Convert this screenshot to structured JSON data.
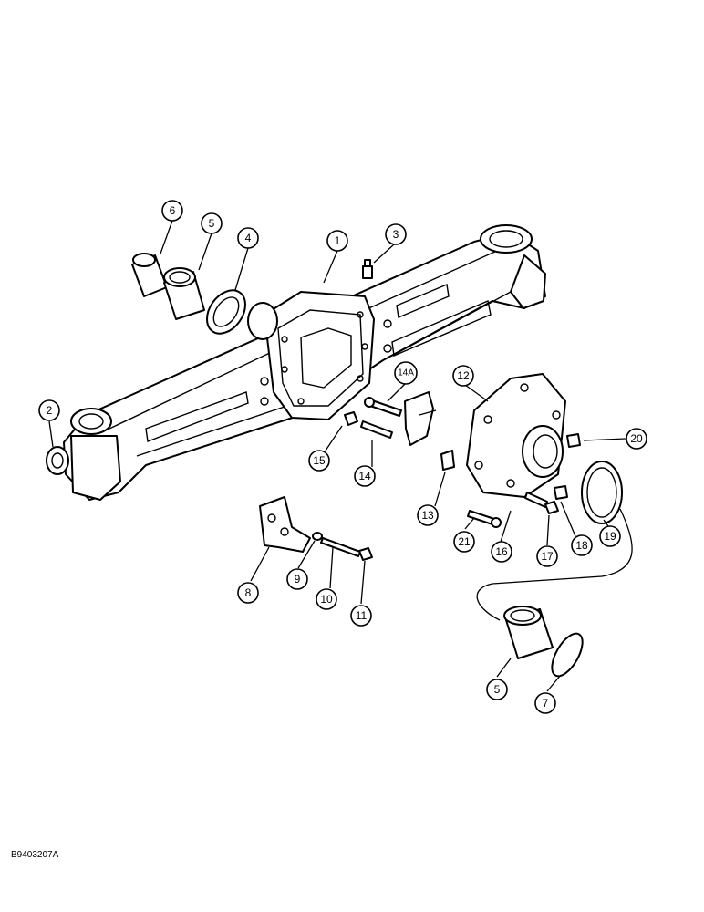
{
  "figure_id": "B9403207A",
  "callouts": {
    "c1": "1",
    "c2": "2",
    "c3": "3",
    "c4": "4",
    "c5a": "5",
    "c5b": "5",
    "c6": "6",
    "c7": "7",
    "c8": "8",
    "c9": "9",
    "c10": "10",
    "c11": "11",
    "c12": "12",
    "c13": "13",
    "c14": "14",
    "c14a": "14A",
    "c15": "15",
    "c16": "16",
    "c17": "17",
    "c18": "18",
    "c19": "19",
    "c20": "20",
    "c21": "21"
  }
}
